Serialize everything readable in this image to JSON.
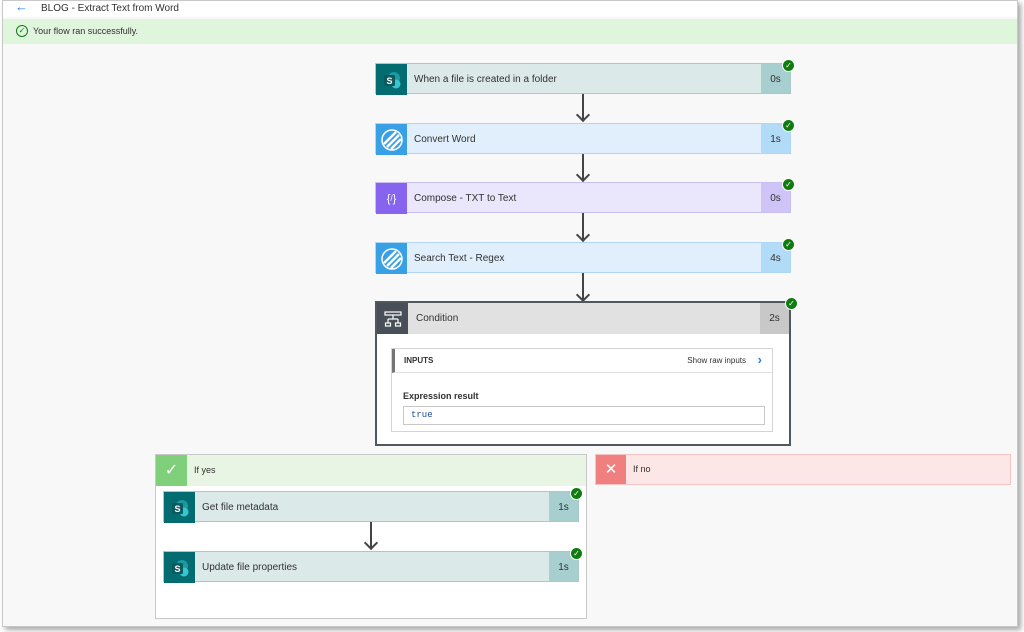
{
  "header": {
    "title": "BLOG - Extract Text from Word",
    "back_icon": "back-arrow-icon"
  },
  "banner": {
    "message": "Your flow ran successfully.",
    "color": "#dff6dd"
  },
  "steps": [
    {
      "label": "When a file is created in a folder",
      "duration": "0s",
      "icon": "sharepoint-icon"
    },
    {
      "label": "Convert Word",
      "duration": "1s",
      "icon": "encodian-icon"
    },
    {
      "label": "Compose - TXT to Text",
      "duration": "0s",
      "icon": "compose-icon"
    },
    {
      "label": "Search Text - Regex",
      "duration": "4s",
      "icon": "encodian-icon"
    }
  ],
  "condition": {
    "label": "Condition",
    "duration": "2s",
    "inputs_title": "INPUTS",
    "show_raw": "Show raw inputs",
    "expression_label": "Expression result",
    "expression_value": "true"
  },
  "branches": {
    "yes": {
      "label": "If yes",
      "steps": [
        {
          "label": "Get file metadata",
          "duration": "1s"
        },
        {
          "label": "Update file properties",
          "duration": "1s"
        }
      ]
    },
    "no": {
      "label": "If no"
    }
  },
  "colors": {
    "success": "#107c10",
    "sharepoint": "#036c70",
    "encodian": "#3aa0e6",
    "compose": "#8764f0",
    "condition": "#484f58",
    "yes": "#80cf7b",
    "no": "#f08080"
  }
}
